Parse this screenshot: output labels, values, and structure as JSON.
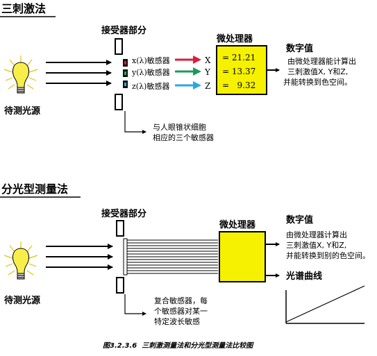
{
  "section1": {
    "title": "三刺激法",
    "receiver_label": "接受器部分",
    "light_source_label": "待测光源",
    "sensors": [
      "x(λ)敏感器",
      "y(λ)敏感器",
      "z(λ)敏感器"
    ],
    "xyz_labels": [
      "X",
      "Y",
      "Z"
    ],
    "processor_label": "微处理器",
    "values": [
      "= 21.21",
      "= 13.37",
      "=   9.32"
    ],
    "digital_title": "数字值",
    "digital_desc": [
      "由微处理器能计算出",
      "三刺激值X, Y和Z,",
      "并能转换到色空间。"
    ],
    "note": [
      "与人眼锥状细胞",
      "相应的三个敏感器"
    ]
  },
  "section2": {
    "title": "分光型测量法",
    "receiver_label": "接受器部分",
    "light_source_label": "待测光源",
    "processor_label": "微处理器",
    "digital_title": "数字值",
    "digital_desc": [
      "由微处理器计算出",
      "三刺激值X, Y和Z,",
      "并能转换到别的色空间。"
    ],
    "curve_title": "光谱曲线",
    "note": [
      "复合敏感器，每",
      "个敏感器对某一",
      "特定波长敏感"
    ]
  },
  "caption": "图3.2.3.6  三刺激测量法和分光型测量法比较图",
  "colors": {
    "processor_fill": "#f5f100",
    "arrow_x": "#d81e3c",
    "arrow_y": "#1c9a5e",
    "arrow_z": "#29a8e0",
    "bulb": "#f7ee4a"
  }
}
